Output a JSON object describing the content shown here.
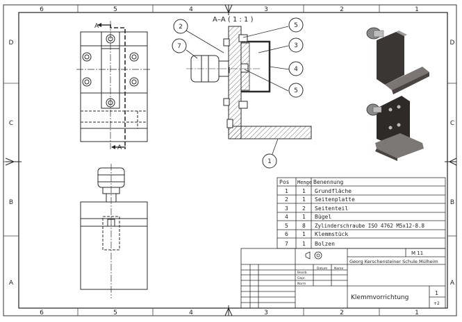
{
  "border": {
    "top_columns": [
      "6",
      "5",
      "4",
      "3",
      "2",
      "1"
    ],
    "bottom_columns": [
      "6",
      "5",
      "4",
      "3",
      "2",
      "1"
    ],
    "left_rows": [
      "D",
      "C",
      "B",
      "A"
    ],
    "right_rows": [
      "D",
      "C",
      "B",
      "A"
    ]
  },
  "views": {
    "section_title": "A–A ( 1 : 1 )",
    "cut_label_top": "A",
    "cut_label_bottom": "A",
    "balloons": [
      "2",
      "5",
      "7",
      "3",
      "4",
      "5",
      "1"
    ]
  },
  "parts_list": {
    "headers": [
      "Pos",
      "Menge",
      "Benennung"
    ],
    "rows": [
      [
        "1",
        "1",
        "Grundfläche"
      ],
      [
        "2",
        "1",
        "Seitenplatte"
      ],
      [
        "3",
        "2",
        "Seitenteil"
      ],
      [
        "4",
        "1",
        "Bügel"
      ],
      [
        "5",
        "8",
        "Zylinderschraube ISO 4762 M5x12-8.8"
      ],
      [
        "6",
        "1",
        "Klemmstück"
      ],
      [
        "7",
        "1",
        "Bolzen"
      ]
    ]
  },
  "title_block": {
    "school": "Georg Kerschensteiner Schule Mülheim",
    "class": "M 11",
    "drawing_title": "Klemmvorrichtung",
    "sheet": "1",
    "sheet_of": "+2",
    "small_labels": [
      "Datum",
      "Name",
      "Bearb.",
      "Gepr.",
      "Norm"
    ]
  },
  "colors": {
    "ink": "#2a2a2a",
    "hatch": "#555555",
    "paper": "#ffffff",
    "photo_dark": "#3b3636",
    "photo_light": "#9a9a9a"
  }
}
